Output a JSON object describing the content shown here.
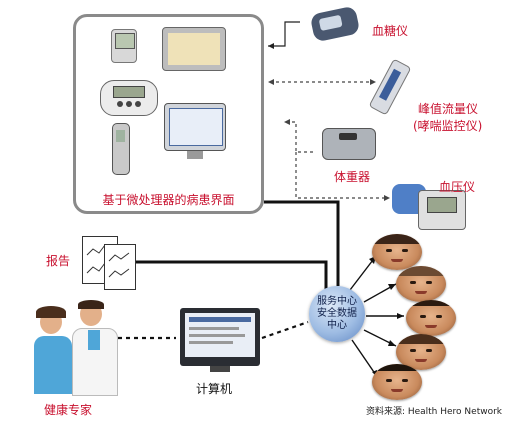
{
  "panel": {
    "caption": "基于微处理器的病患界面"
  },
  "devices": {
    "glucometer": "血糖仪",
    "peak_flow": "峰值流量仪",
    "peak_flow_sub": "(哮喘监控仪)",
    "scale": "体重器",
    "bp_monitor": "血压仪"
  },
  "hub": {
    "line1": "服务中心",
    "line2": "安全数据",
    "line3": "中心"
  },
  "report": {
    "label": "报告"
  },
  "computer": {
    "label": "计算机"
  },
  "experts": {
    "label": "健康专家"
  },
  "source": {
    "text": "资料来源: Health Hero Network"
  },
  "colors": {
    "accent_red": "#c8102e",
    "hub_blue": "#5f86c2",
    "panel_border": "#8a8a8a"
  }
}
